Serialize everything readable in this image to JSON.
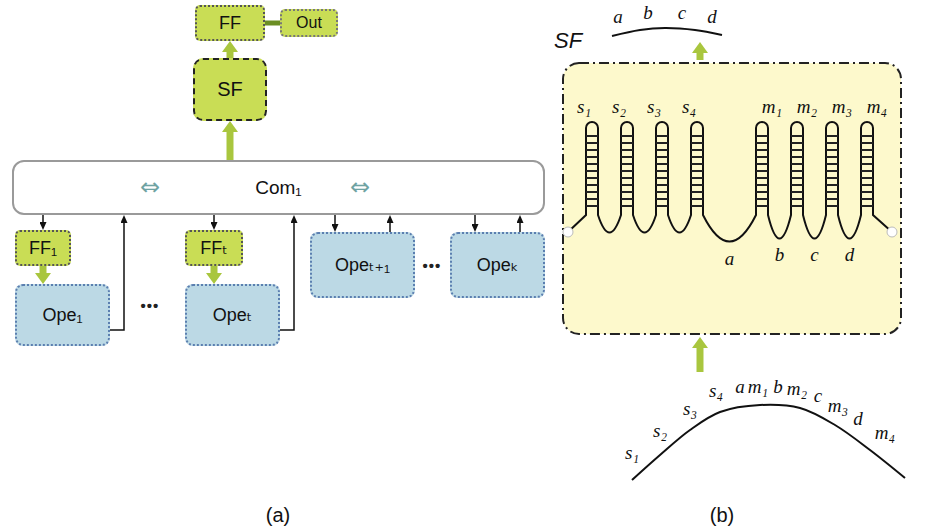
{
  "diagram": {
    "nodes": [
      {
        "text": [
          "FF"
        ]
      },
      {
        "text": [
          "Out"
        ]
      },
      {
        "text": [
          "SF"
        ]
      },
      {
        "text": [
          "Com₁"
        ]
      },
      {
        "text": [
          "FF₁"
        ]
      },
      {
        "text": [
          "Ope₁"
        ]
      },
      {
        "text": [
          "FFₜ"
        ]
      },
      {
        "text": [
          "Opeₜ"
        ]
      },
      {
        "text": [
          "Opeₜ₊₁"
        ]
      },
      {
        "text": [
          "Opeₖ"
        ]
      },
      {
        "text": [
          "SF"
        ]
      }
    ],
    "edges": [
      {
        "from": 2,
        "to": 0,
        "arrow": "to"
      },
      {
        "from": 0,
        "to": 1,
        "arrow": "none"
      },
      {
        "from": 3,
        "to": 2,
        "arrow": "to"
      },
      {
        "from": 3,
        "to": 4,
        "arrow": "to"
      },
      {
        "from": 4,
        "to": 5,
        "arrow": "to"
      },
      {
        "from": 5,
        "to": 3,
        "arrow": "to"
      },
      {
        "from": 3,
        "to": 6,
        "arrow": "to"
      },
      {
        "from": 6,
        "to": 7,
        "arrow": "to"
      },
      {
        "from": 7,
        "to": 3,
        "arrow": "to"
      },
      {
        "from": 3,
        "to": 8,
        "arrow": "to"
      },
      {
        "from": 8,
        "to": 3,
        "arrow": "to"
      },
      {
        "from": 3,
        "to": 9,
        "arrow": "to"
      },
      {
        "from": 9,
        "to": 3,
        "arrow": "to"
      }
    ],
    "labels": [
      "⇔",
      "⇔",
      "•••",
      "•••",
      "(a)",
      "a",
      "b",
      "c",
      "d",
      "s₁",
      "s₂",
      "s₃",
      "s₄",
      "m₁",
      "m₂",
      "m₃",
      "m₄",
      "a",
      "b",
      "c",
      "d",
      "s₁",
      "s₂",
      "s₃",
      "s₄",
      "a",
      "m₁",
      "b",
      "m₂",
      "c",
      "m₃",
      "d",
      "m₄",
      "(b)"
    ]
  }
}
